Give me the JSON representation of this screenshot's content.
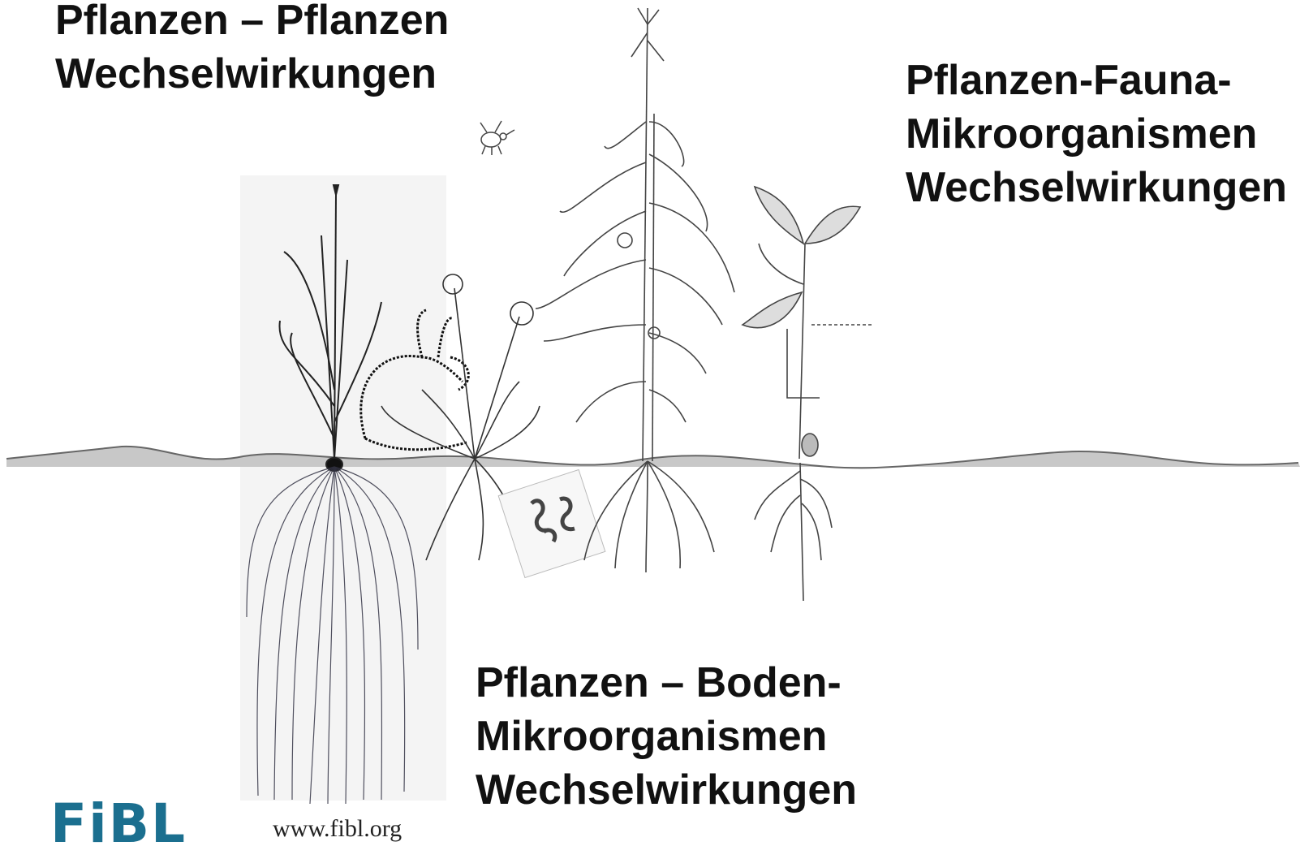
{
  "headings": {
    "plant_plant": "Pflanzen – Pflanzen\nWechselwirkungen",
    "plant_fauna_micro": "Pflanzen-Fauna-\nMikroorganismen\nWechselwirkungen",
    "plant_soil_micro": "Pflanzen – Boden-\nMikroorganismen\nWechselwirkungen"
  },
  "branding": {
    "logo_text": "FiBL",
    "url": "www.fibl.org"
  },
  "illustrations": {
    "icons": [
      "grass-plant-icon",
      "rabbit-icon",
      "dandelion-icon",
      "corn-plant-icon",
      "bean-seedling-icon",
      "bee-icon",
      "soil-microorganisms-icon",
      "ground-line-icon"
    ]
  },
  "colors": {
    "text": "#111111",
    "logo": "#1b6f8f",
    "ground": "#c8c8c8",
    "line": "#555555"
  }
}
